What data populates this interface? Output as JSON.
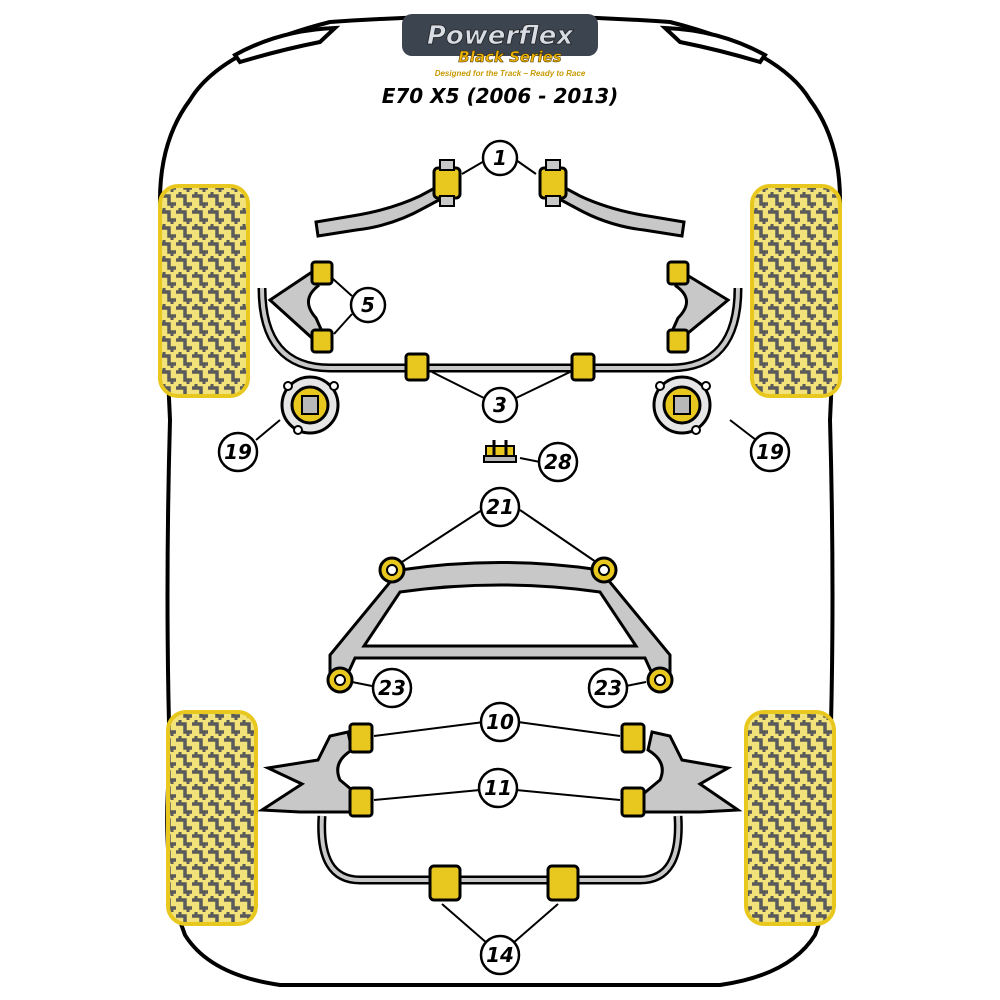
{
  "brand": {
    "name": "Powerflex",
    "series": "Black Series",
    "tagline": "Designed for the Track – Ready to Race"
  },
  "model": "E70 X5 (2006 - 2013)",
  "callouts": {
    "c1": "1",
    "c3": "3",
    "c5": "5",
    "c10": "10",
    "c11": "11",
    "c14": "14",
    "c19": "19",
    "c21": "21",
    "c23": "23",
    "c28": "28"
  },
  "colors": {
    "outline": "#000000",
    "tyre": "#f2e27a",
    "tread": "#5a5a5a",
    "bush": "#e8c81e",
    "part": "#c8c8c8",
    "logo_bg": "#3c4450",
    "logo_yellow": "#f0b400"
  }
}
